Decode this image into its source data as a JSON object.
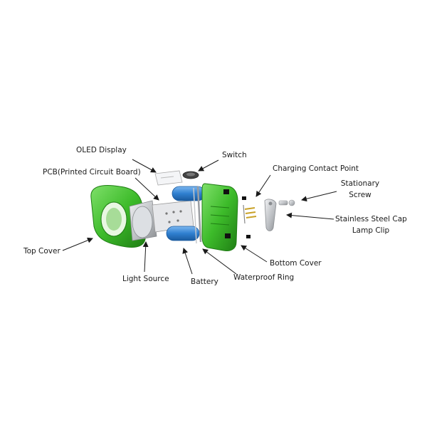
{
  "labels": {
    "oled_display": "OLED    Display",
    "switch": "Switch",
    "pcb": "PCB(Printed Circuit Board)",
    "charging_contact_point": "Charging Contact Point",
    "stationary_screw_line1": "Stationary",
    "stationary_screw_line2": "Screw",
    "stainless_clip_line1": "Stainless Steel Cap",
    "stainless_clip_line2": "Lamp Clip",
    "top_cover": "Top Cover",
    "bottom_cover": "Bottom Cover",
    "light_source": "Light Source",
    "battery": "Battery",
    "waterproof_ring": "Waterproof Ring"
  },
  "colors": {
    "housing_green": "#3dbb2a",
    "housing_dark": "#1f7d14",
    "battery_blue": "#2f7fd0",
    "steel": "#b9bcc0",
    "arrow": "#1a1a1a"
  }
}
